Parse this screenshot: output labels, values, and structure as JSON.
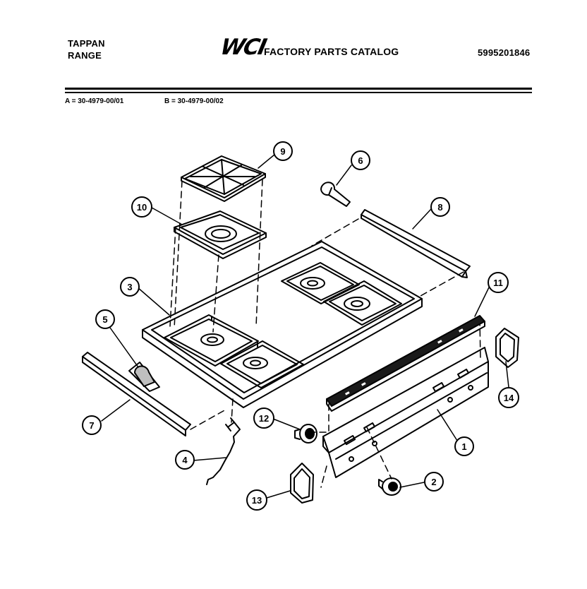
{
  "header": {
    "brand_line1": "TAPPAN",
    "brand_line2": "RANGE",
    "logo": "WCI",
    "catalog_title": "FACTORY PARTS CATALOG",
    "catalog_number": "5995201846"
  },
  "models": {
    "a": "A = 30-4979-00/01",
    "b": "B = 30-4979-00/02"
  },
  "callouts": [
    "1",
    "2",
    "3",
    "4",
    "5",
    "6",
    "7",
    "8",
    "9",
    "10",
    "11",
    "12",
    "13",
    "14"
  ],
  "colors": {
    "ink": "#000000",
    "paper": "#ffffff"
  }
}
